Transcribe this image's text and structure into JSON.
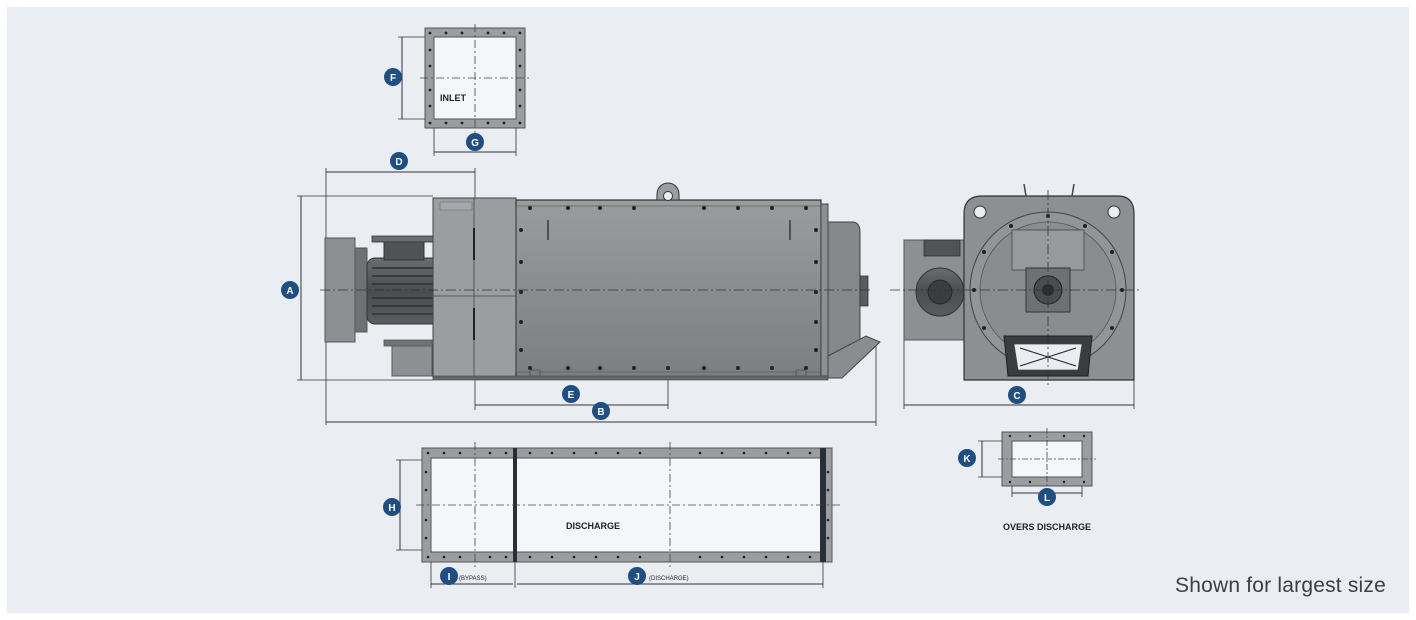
{
  "note": "Shown for largest size",
  "labels": {
    "inlet": "INLET",
    "discharge": "DISCHARGE",
    "overs_discharge": "OVERS DISCHARGE",
    "bypass": "(BYPASS)",
    "discharge_small": "(DISCHARGE)"
  },
  "dimensions": {
    "A": "A",
    "B": "B",
    "C": "C",
    "D": "D",
    "E": "E",
    "F": "F",
    "G": "G",
    "H": "H",
    "I": "I",
    "J": "J",
    "K": "K",
    "L": "L"
  },
  "colors": {
    "background": "#eaeef3",
    "badge": "#1f4f82",
    "body": "#8c8e91",
    "flange": "#9b9da0",
    "dark": "#3a3c40"
  }
}
